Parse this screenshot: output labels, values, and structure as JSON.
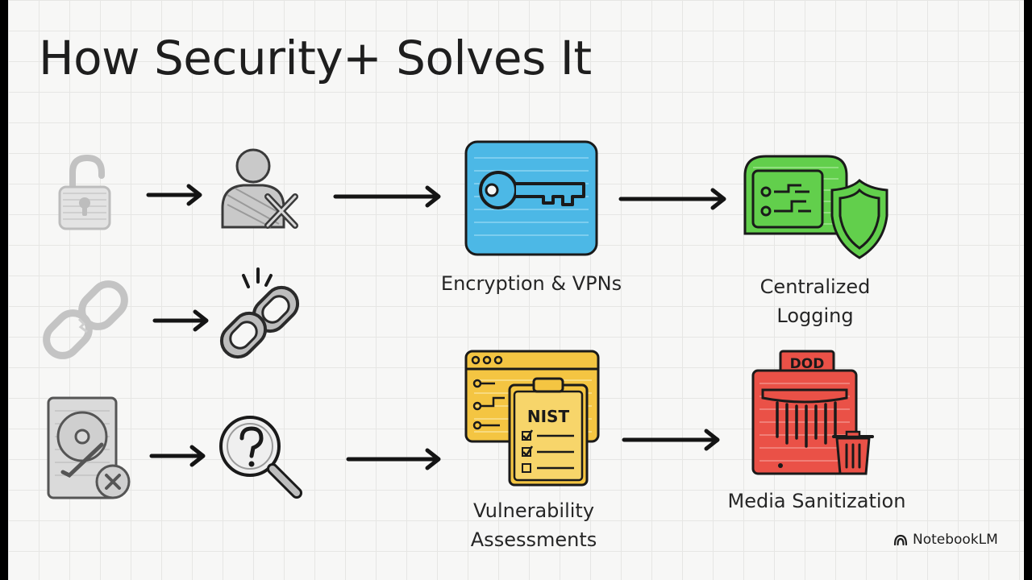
{
  "slide": {
    "title": "How Security+ Solves It",
    "solutions": {
      "encryption_label": "Encryption & VPNs",
      "logging_label": "Centralized\nLogging",
      "vulnerability_label": "Vulnerability\nAssessments",
      "vulnerability_badge": "NIST",
      "sanitization_label": "Media Sanitization",
      "sanitization_badge": "DOD"
    },
    "colors": {
      "encryption": "#4cb8e6",
      "logging": "#62cf4c",
      "vulnerability": "#f4c542",
      "sanitization": "#ea5147",
      "problem_faded": "#c4c4c4",
      "problem_dark": "#3a3a3a"
    },
    "icons": {
      "row1": [
        "open-padlock-icon",
        "blocked-user-icon"
      ],
      "row2": [
        "broken-chain-icon",
        "breaking-chain-icon"
      ],
      "row3": [
        "damaged-hard-drive-icon",
        "magnifier-question-icon"
      ]
    }
  },
  "branding": {
    "name": "NotebookLM"
  }
}
